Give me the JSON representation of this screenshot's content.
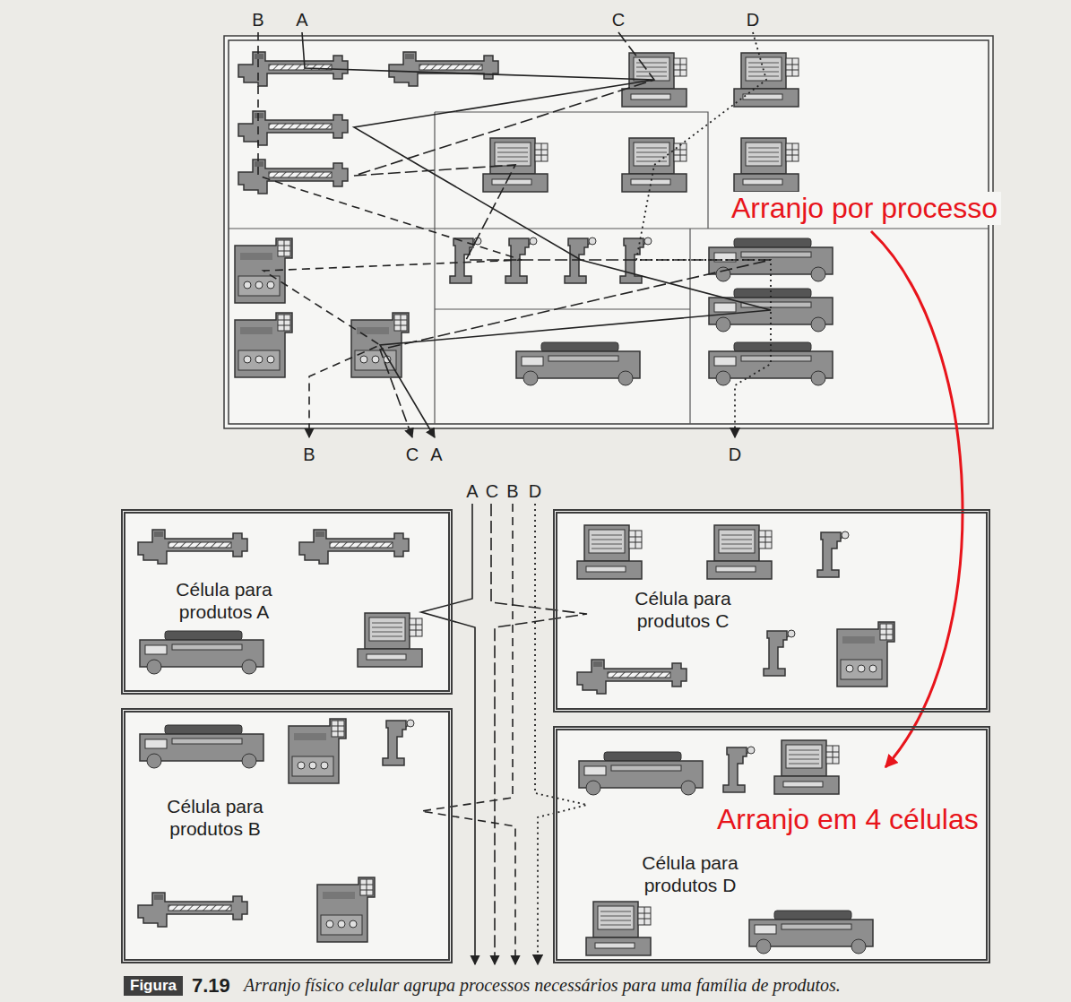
{
  "diagram": {
    "caption": "Arranjo físico celular agrupa processos necessários para uma família de produtos.",
    "nodes": [
      {
        "text": [
          "Célula para produtos A"
        ]
      },
      {
        "text": [
          "Célula para produtos C"
        ]
      },
      {
        "text": [
          "Célula para produtos B"
        ]
      },
      {
        "text": [
          "Célula para produtos D"
        ]
      }
    ],
    "labels": [
      "B",
      "A",
      "C",
      "D",
      "B",
      "C",
      "A",
      "D",
      "A",
      "C",
      "B",
      "D",
      "Arranjo por processo",
      "Arranjo em 4 células",
      "Figura",
      "7.19"
    ]
  }
}
